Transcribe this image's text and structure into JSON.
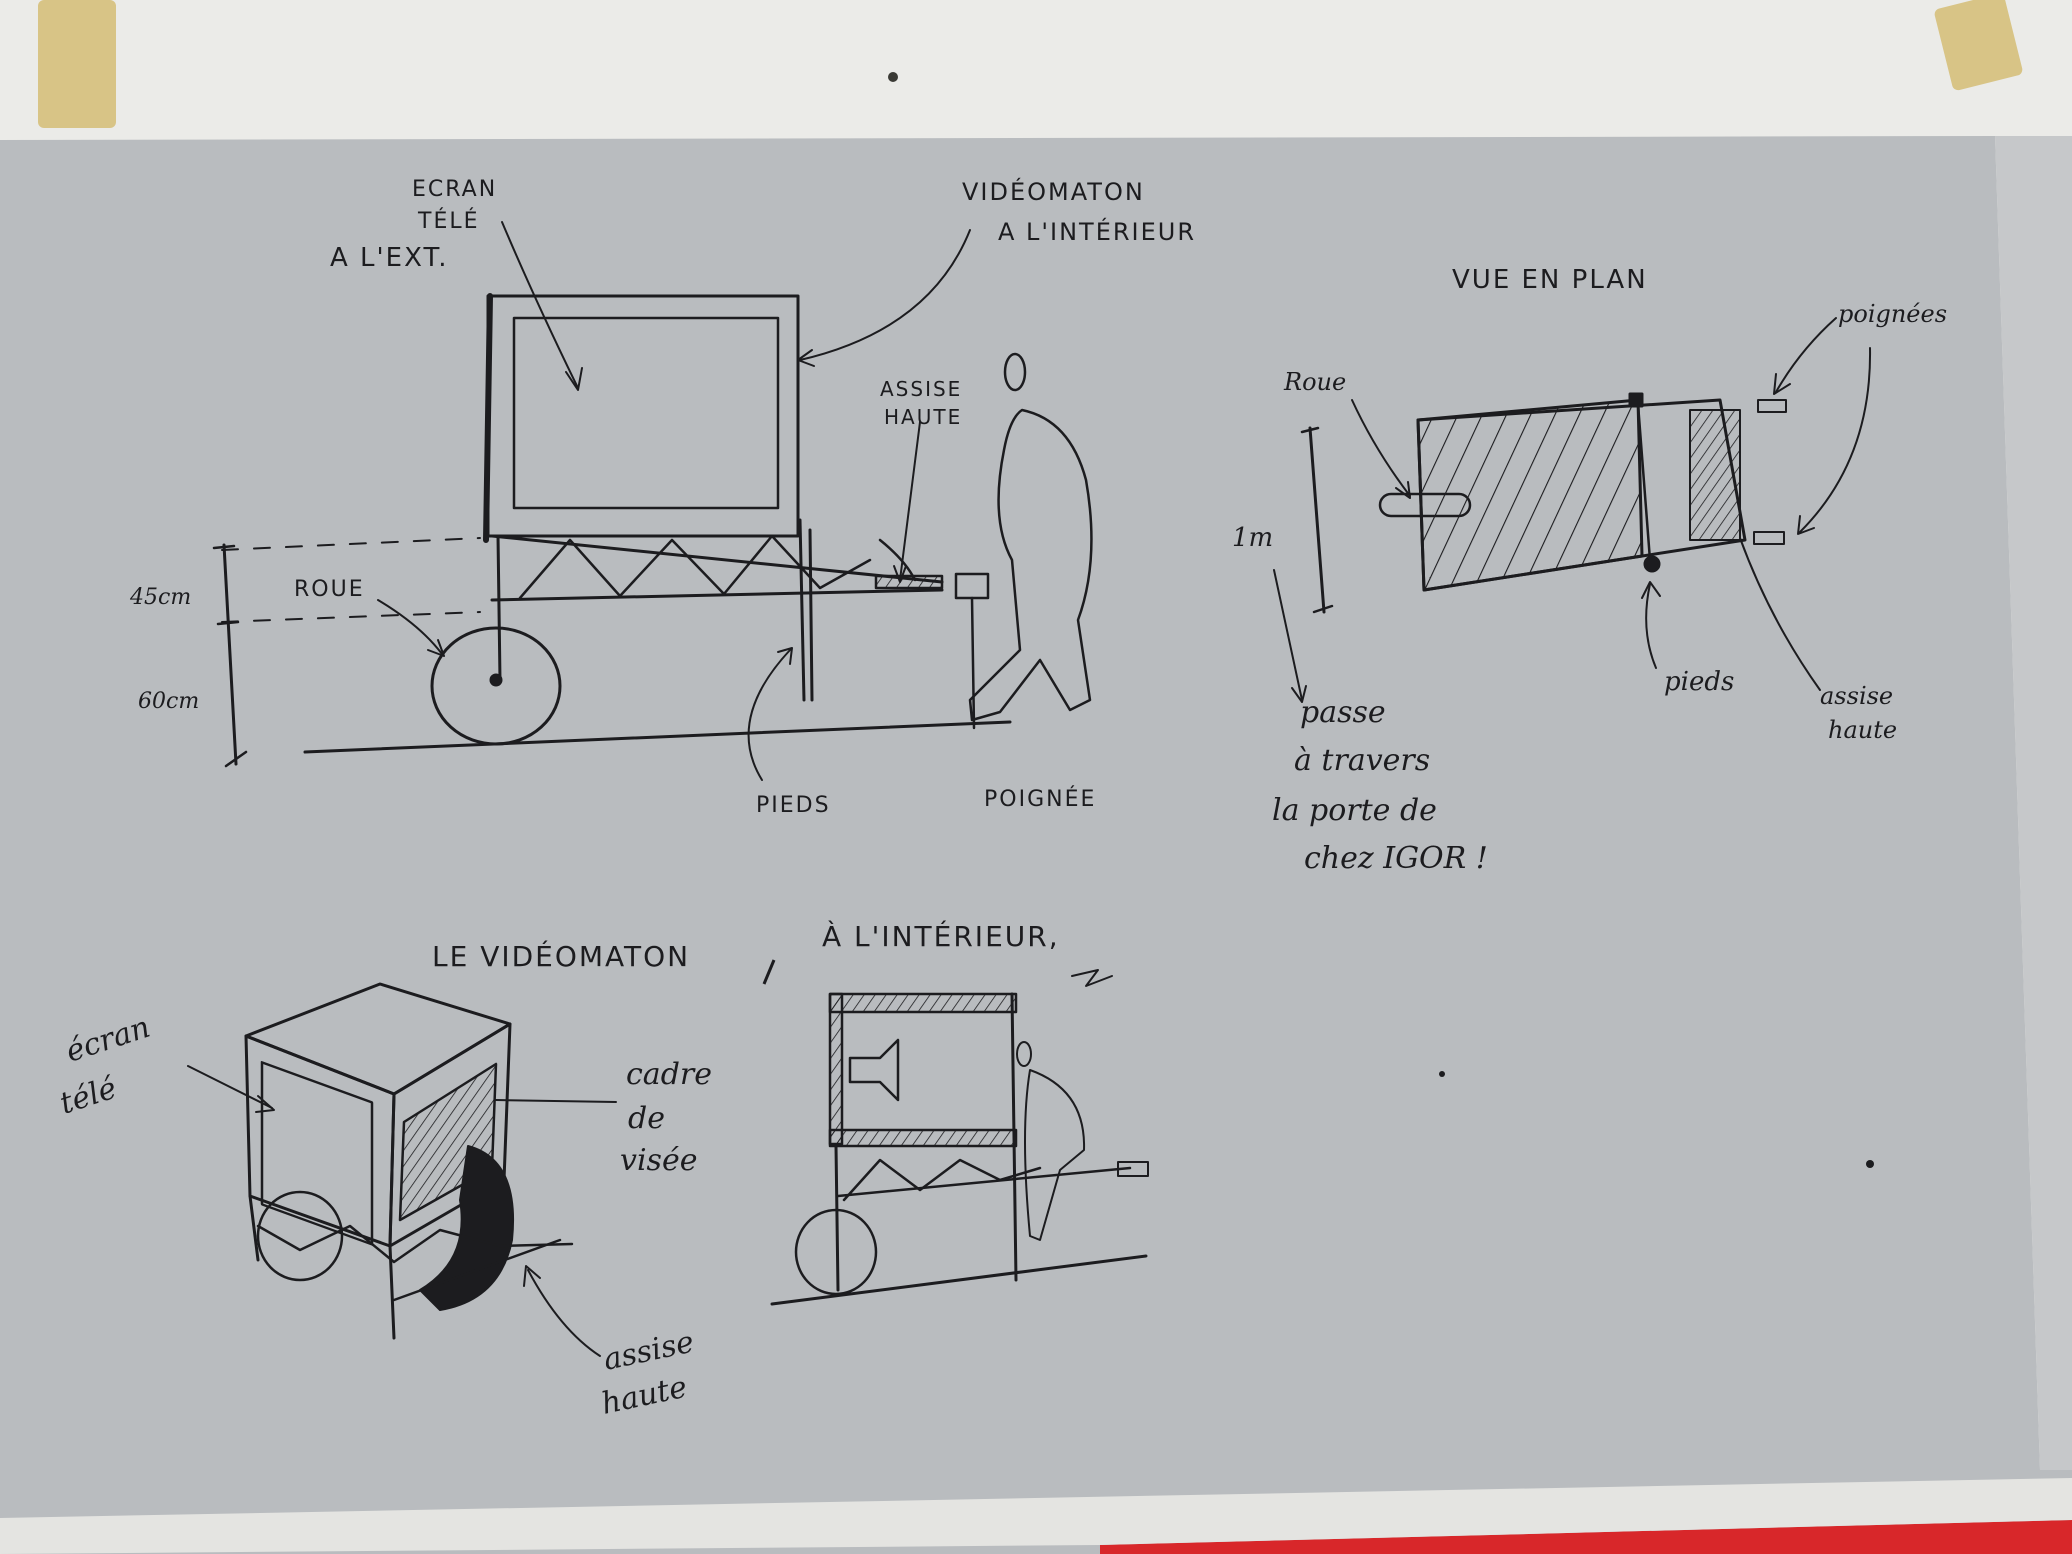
{
  "colors": {
    "paper": "#b9bcbf",
    "paper_edge": "#c5c7c9",
    "wall": "#ebebe8",
    "ink": "#1c1c1f",
    "clip": "#d8c486",
    "red_band": "#d8272a"
  },
  "side_view": {
    "screen_label_1": "ECRAN",
    "screen_label_2": "TÉLÉ",
    "screen_label_3": "A L'EXT.",
    "booth_label_1": "VIDÉOMATON",
    "booth_label_2": "A L'INTÉRIEUR",
    "seat_label_1": "ASSISE",
    "seat_label_2": "HAUTE",
    "wheel_label": "ROUE",
    "dim_upper": "45cm",
    "dim_lower": "60cm",
    "feet_label": "PIEDS",
    "handle_label": "POIGNÉE"
  },
  "plan_view": {
    "title": "VUE EN PLAN",
    "handles_label": "poignées",
    "wheel_label": "Roue",
    "dim_width": "1m",
    "feet_label": "pieds",
    "seat_label_1": "assise",
    "seat_label_2": "haute",
    "note_1": "passe",
    "note_2": "à travers",
    "note_3": "la porte de",
    "note_4": "chez IGOR !"
  },
  "interior_view": {
    "title_part_1": "LE VIDÉOMATON",
    "title_part_2": "À L'INTÉRIEUR,",
    "screen_label_1": "écran",
    "screen_label_2": "télé",
    "frame_label_1": "cadre",
    "frame_label_2": "de",
    "frame_label_3": "visée",
    "seat_label_1": "assise",
    "seat_label_2": "haute"
  }
}
